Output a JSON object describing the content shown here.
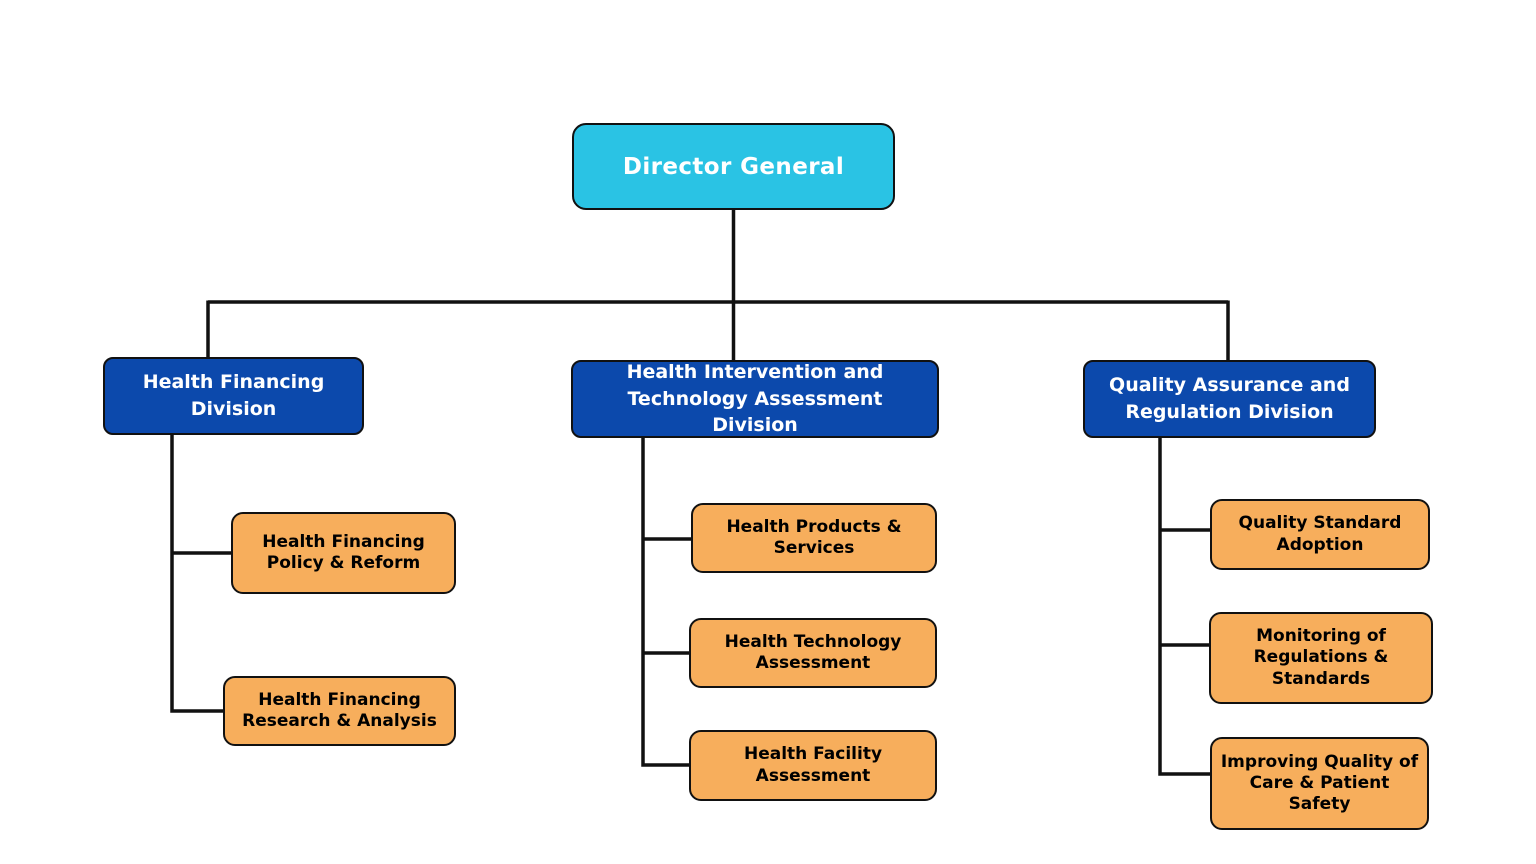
{
  "org_chart": {
    "root": {
      "label": "Director General"
    },
    "divisions": [
      {
        "label": "Health Financing Division",
        "units": [
          {
            "label": "Health Financing Policy & Reform"
          },
          {
            "label": "Health Financing Research & Analysis"
          }
        ]
      },
      {
        "label": "Health Intervention and Technology Assessment Division",
        "units": [
          {
            "label": "Health Products & Services"
          },
          {
            "label": "Health Technology Assessment"
          },
          {
            "label": "Health Facility Assessment"
          }
        ]
      },
      {
        "label": "Quality Assurance and Regulation Division",
        "units": [
          {
            "label": "Quality Standard Adoption"
          },
          {
            "label": "Monitoring of Regulations & Standards"
          },
          {
            "label": "Improving Quality of Care & Patient Safety"
          }
        ]
      }
    ],
    "colors": {
      "background": "#ffffff",
      "root_fill": "#2ac3e4",
      "root_text": "#ffffff",
      "division_fill": "#0c49ac",
      "division_text": "#ffffff",
      "unit_fill": "#f7ae5c",
      "unit_text": "#000000",
      "outline": "#111111"
    }
  }
}
